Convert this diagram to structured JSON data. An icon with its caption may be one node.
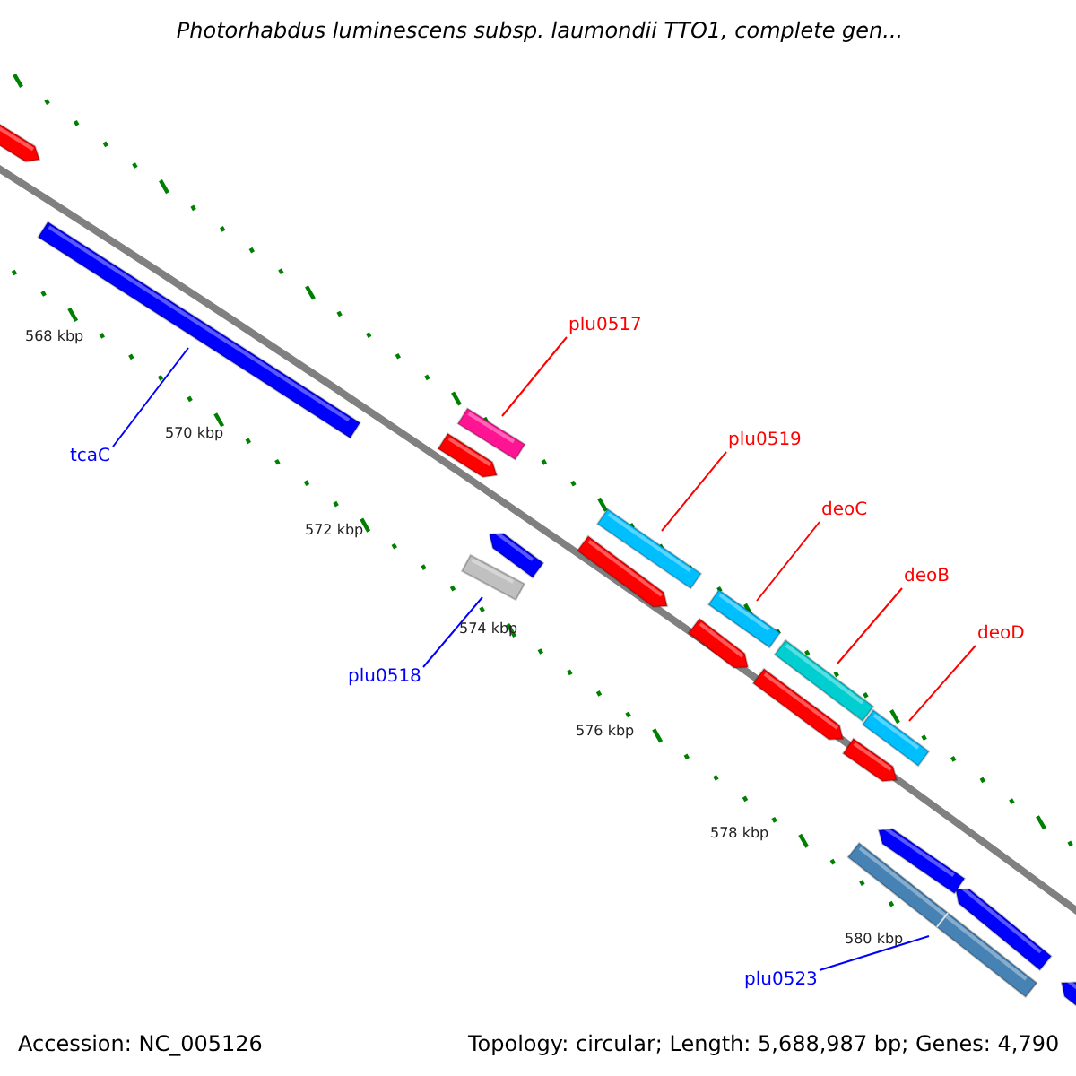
{
  "diagram": {
    "title": "Photorhabdus luminescens subsp. laumondii TTO1, complete gen...",
    "nodes": [
      {
        "text": [
          "plu0517"
        ]
      },
      {
        "text": [
          "plu0519"
        ]
      },
      {
        "text": [
          "deoC"
        ]
      },
      {
        "text": [
          "deoB"
        ]
      },
      {
        "text": [
          "deoD"
        ]
      },
      {
        "text": [
          "tcaC"
        ]
      },
      {
        "text": [
          "plu0518"
        ]
      },
      {
        "text": [
          "plu0523"
        ]
      },
      {
        "text": [],
        "shape": "bar"
      },
      {
        "text": [],
        "shape": "bar"
      },
      {
        "text": [],
        "shape": "bar"
      },
      {
        "text": [],
        "shape": "bar"
      },
      {
        "text": [],
        "shape": "bar"
      },
      {
        "text": [],
        "shape": "bar"
      },
      {
        "text": [],
        "shape": "bar"
      },
      {
        "text": [],
        "shape": "bar"
      },
      {
        "text": [],
        "shape": "bar"
      },
      {
        "text": [],
        "shape": "bar"
      },
      {
        "text": [],
        "shape": "bar"
      },
      {
        "text": [],
        "shape": "bar"
      },
      {
        "text": [],
        "shape": "bar"
      },
      {
        "text": [],
        "shape": "bar"
      },
      {
        "text": [],
        "shape": "bar"
      },
      {
        "text": [],
        "shape": "bar"
      },
      {
        "text": [],
        "shape": "bar"
      },
      {
        "text": [],
        "shape": "bar"
      }
    ],
    "edges": [
      {
        "from": 0,
        "to": 11,
        "arrow": "none",
        "color": "#ff0000"
      },
      {
        "from": 1,
        "to": 15,
        "arrow": "none",
        "color": "#ff0000"
      },
      {
        "from": 2,
        "to": 17,
        "arrow": "none",
        "color": "#ff0000"
      },
      {
        "from": 3,
        "to": 19,
        "arrow": "none",
        "color": "#ff0000"
      },
      {
        "from": 4,
        "to": 21,
        "arrow": "none",
        "color": "#ff0000"
      },
      {
        "from": 5,
        "to": 9,
        "arrow": "none",
        "color": "#0000ff"
      },
      {
        "from": 6,
        "to": 12,
        "arrow": "none",
        "color": "#0000ff"
      },
      {
        "from": 7,
        "to": 22,
        "arrow": "none",
        "color": "#0000ff"
      }
    ],
    "labels": [
      "568 kbp",
      "570 kbp",
      "572 kbp",
      "574 kbp",
      "576 kbp",
      "578 kbp",
      "580 kbp",
      "Accession: NC_005126",
      "Topology: circular; Length: 5,688,987 bp; Genes: 4,790"
    ]
  }
}
